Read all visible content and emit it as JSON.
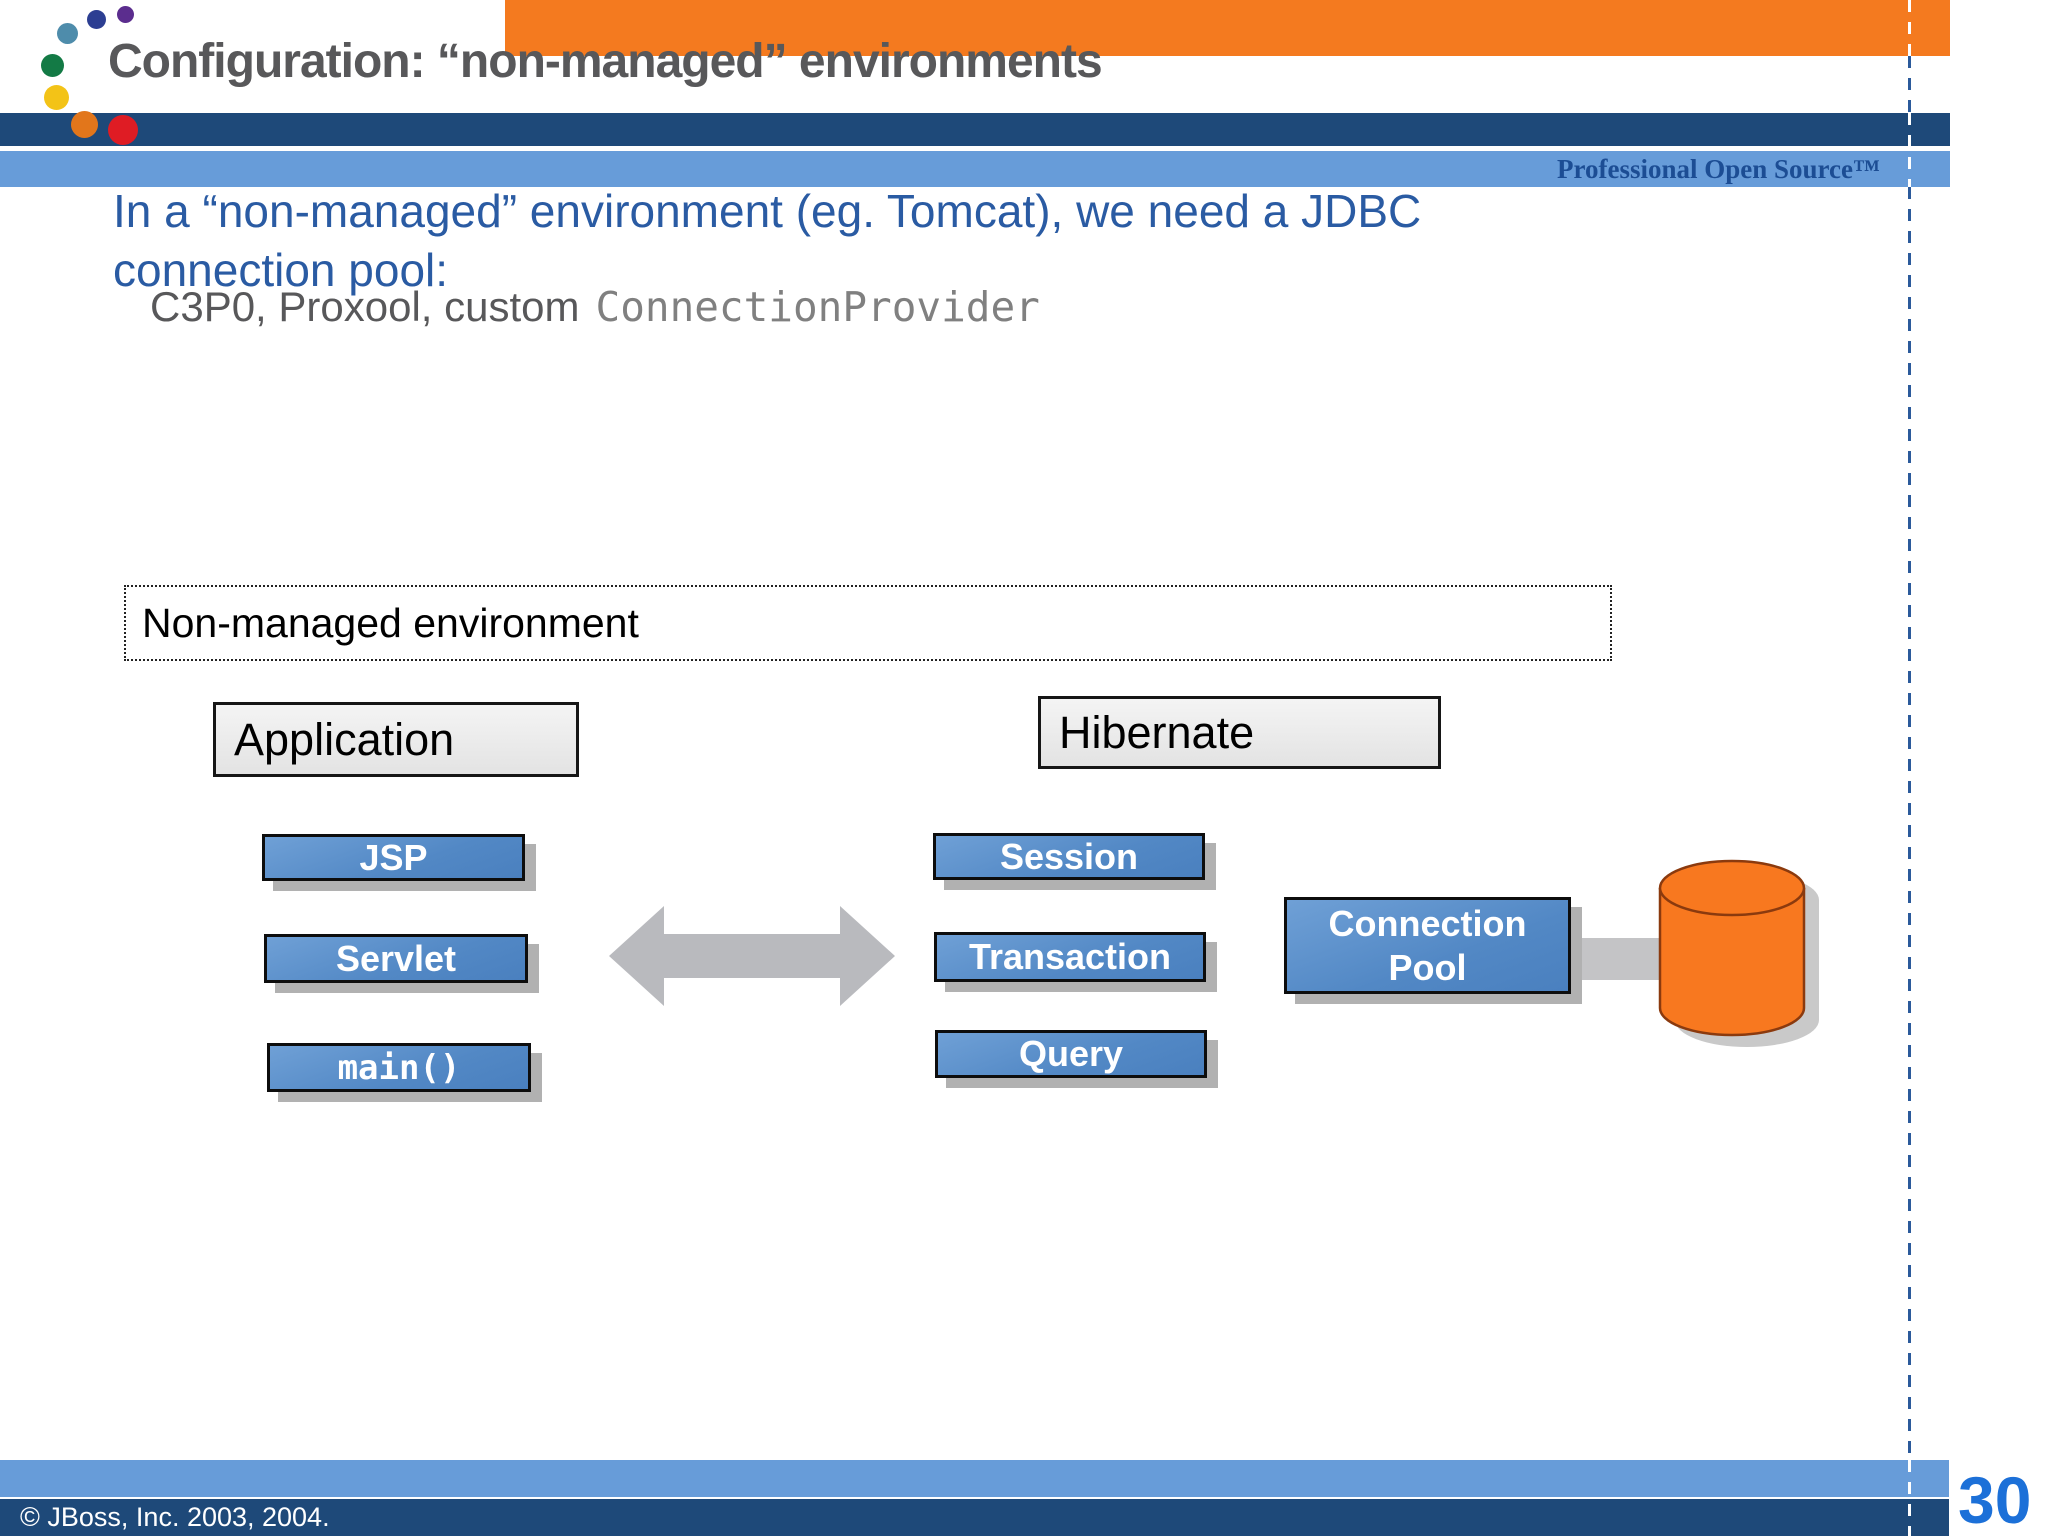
{
  "header": {
    "title": "Configuration: “non-managed” environments",
    "tagline": "Professional Open Source™"
  },
  "body": {
    "heading_line1": "In a “non-managed” environment (eg. Tomcat), we need a JDBC",
    "heading_line2": "connection pool:",
    "bullet_plain": "C3P0, Proxool, custom",
    "bullet_code": "ConnectionProvider"
  },
  "diagram": {
    "frame_label": "Non-managed environment",
    "application": {
      "label": "Application",
      "items": [
        "JSP",
        "Servlet",
        "main()"
      ]
    },
    "hibernate": {
      "label": "Hibernate",
      "items": [
        "Session",
        "Transaction",
        "Query"
      ]
    },
    "connection_pool": {
      "line1": "Connection",
      "line2": "Pool"
    }
  },
  "footer": {
    "copyright": "© JBoss, Inc. 2003, 2004.",
    "page_number": "30"
  },
  "colors": {
    "accent_orange": "#f47a1f",
    "navy_bar": "#1e4979",
    "light_blue_bar": "#679cd9",
    "box_blue": "#5288c5",
    "database_orange": "#f8781f",
    "heading_blue": "#2a5ba3",
    "page_number_blue": "#1c70d8"
  }
}
